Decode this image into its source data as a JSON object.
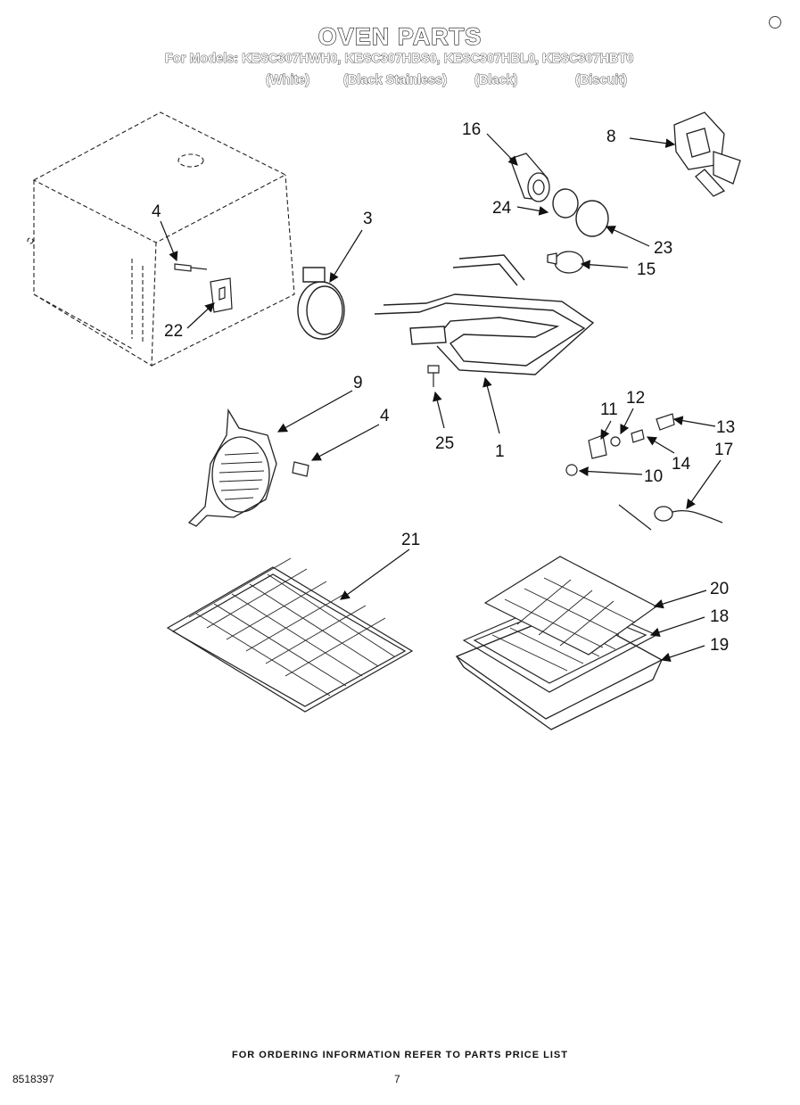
{
  "header": {
    "title": "OVEN PARTS",
    "models_line": "For Models: KESC307HWH0, KESC307HBS0, KESC307HBL0, KESC307HBT0",
    "finishes": [
      "(White)",
      "(Black Stainless)",
      "(Black)",
      "(Biscuit)"
    ]
  },
  "callouts": {
    "p1": "1",
    "p3": "3",
    "p4a": "4",
    "p4b": "4",
    "p8": "8",
    "p9": "9",
    "p10": "10",
    "p11": "11",
    "p12": "12",
    "p13": "13",
    "p14": "14",
    "p15": "15",
    "p16": "16",
    "p17": "17",
    "p18": "18",
    "p19": "19",
    "p20": "20",
    "p21": "21",
    "p22": "22",
    "p23": "23",
    "p24": "24",
    "p25": "25"
  },
  "footer": {
    "ordering_note": "FOR ORDERING INFORMATION REFER TO PARTS PRICE LIST",
    "doc_number": "8518397",
    "page_number": "7"
  }
}
